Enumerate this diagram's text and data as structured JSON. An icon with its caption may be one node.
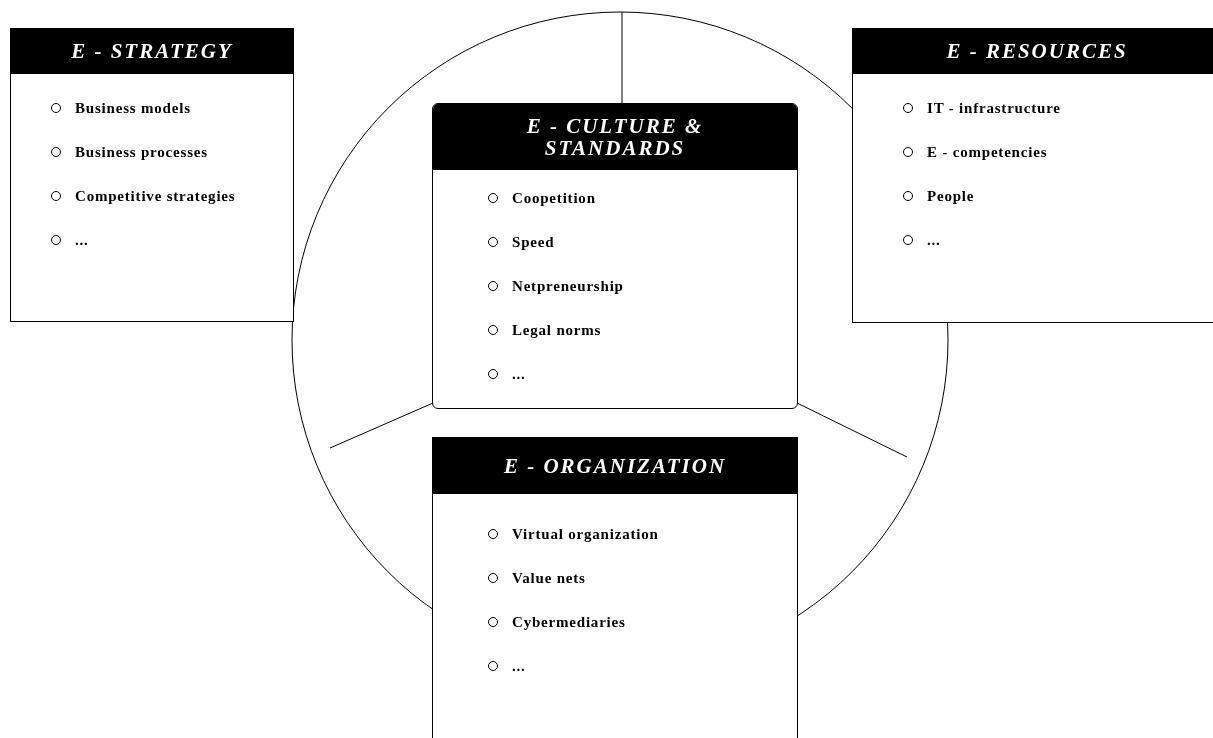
{
  "diagram": {
    "nodes": [
      {
        "text": [
          "E - STRATEGY",
          "Business models",
          "Business processes",
          "Competitive strategies",
          "..."
        ]
      },
      {
        "text": [
          "E - CULTURE & STANDARDS",
          "Coopetition",
          "Speed",
          "Netpreneurship",
          "Legal norms",
          "..."
        ]
      },
      {
        "text": [
          "E - RESOURCES",
          "IT - infrastructure",
          "E - competencies",
          "People",
          "..."
        ]
      },
      {
        "text": [
          "E - ORGANIZATION",
          "Virtual organization",
          "Value nets",
          "Cybermediaries",
          "..."
        ]
      }
    ]
  }
}
